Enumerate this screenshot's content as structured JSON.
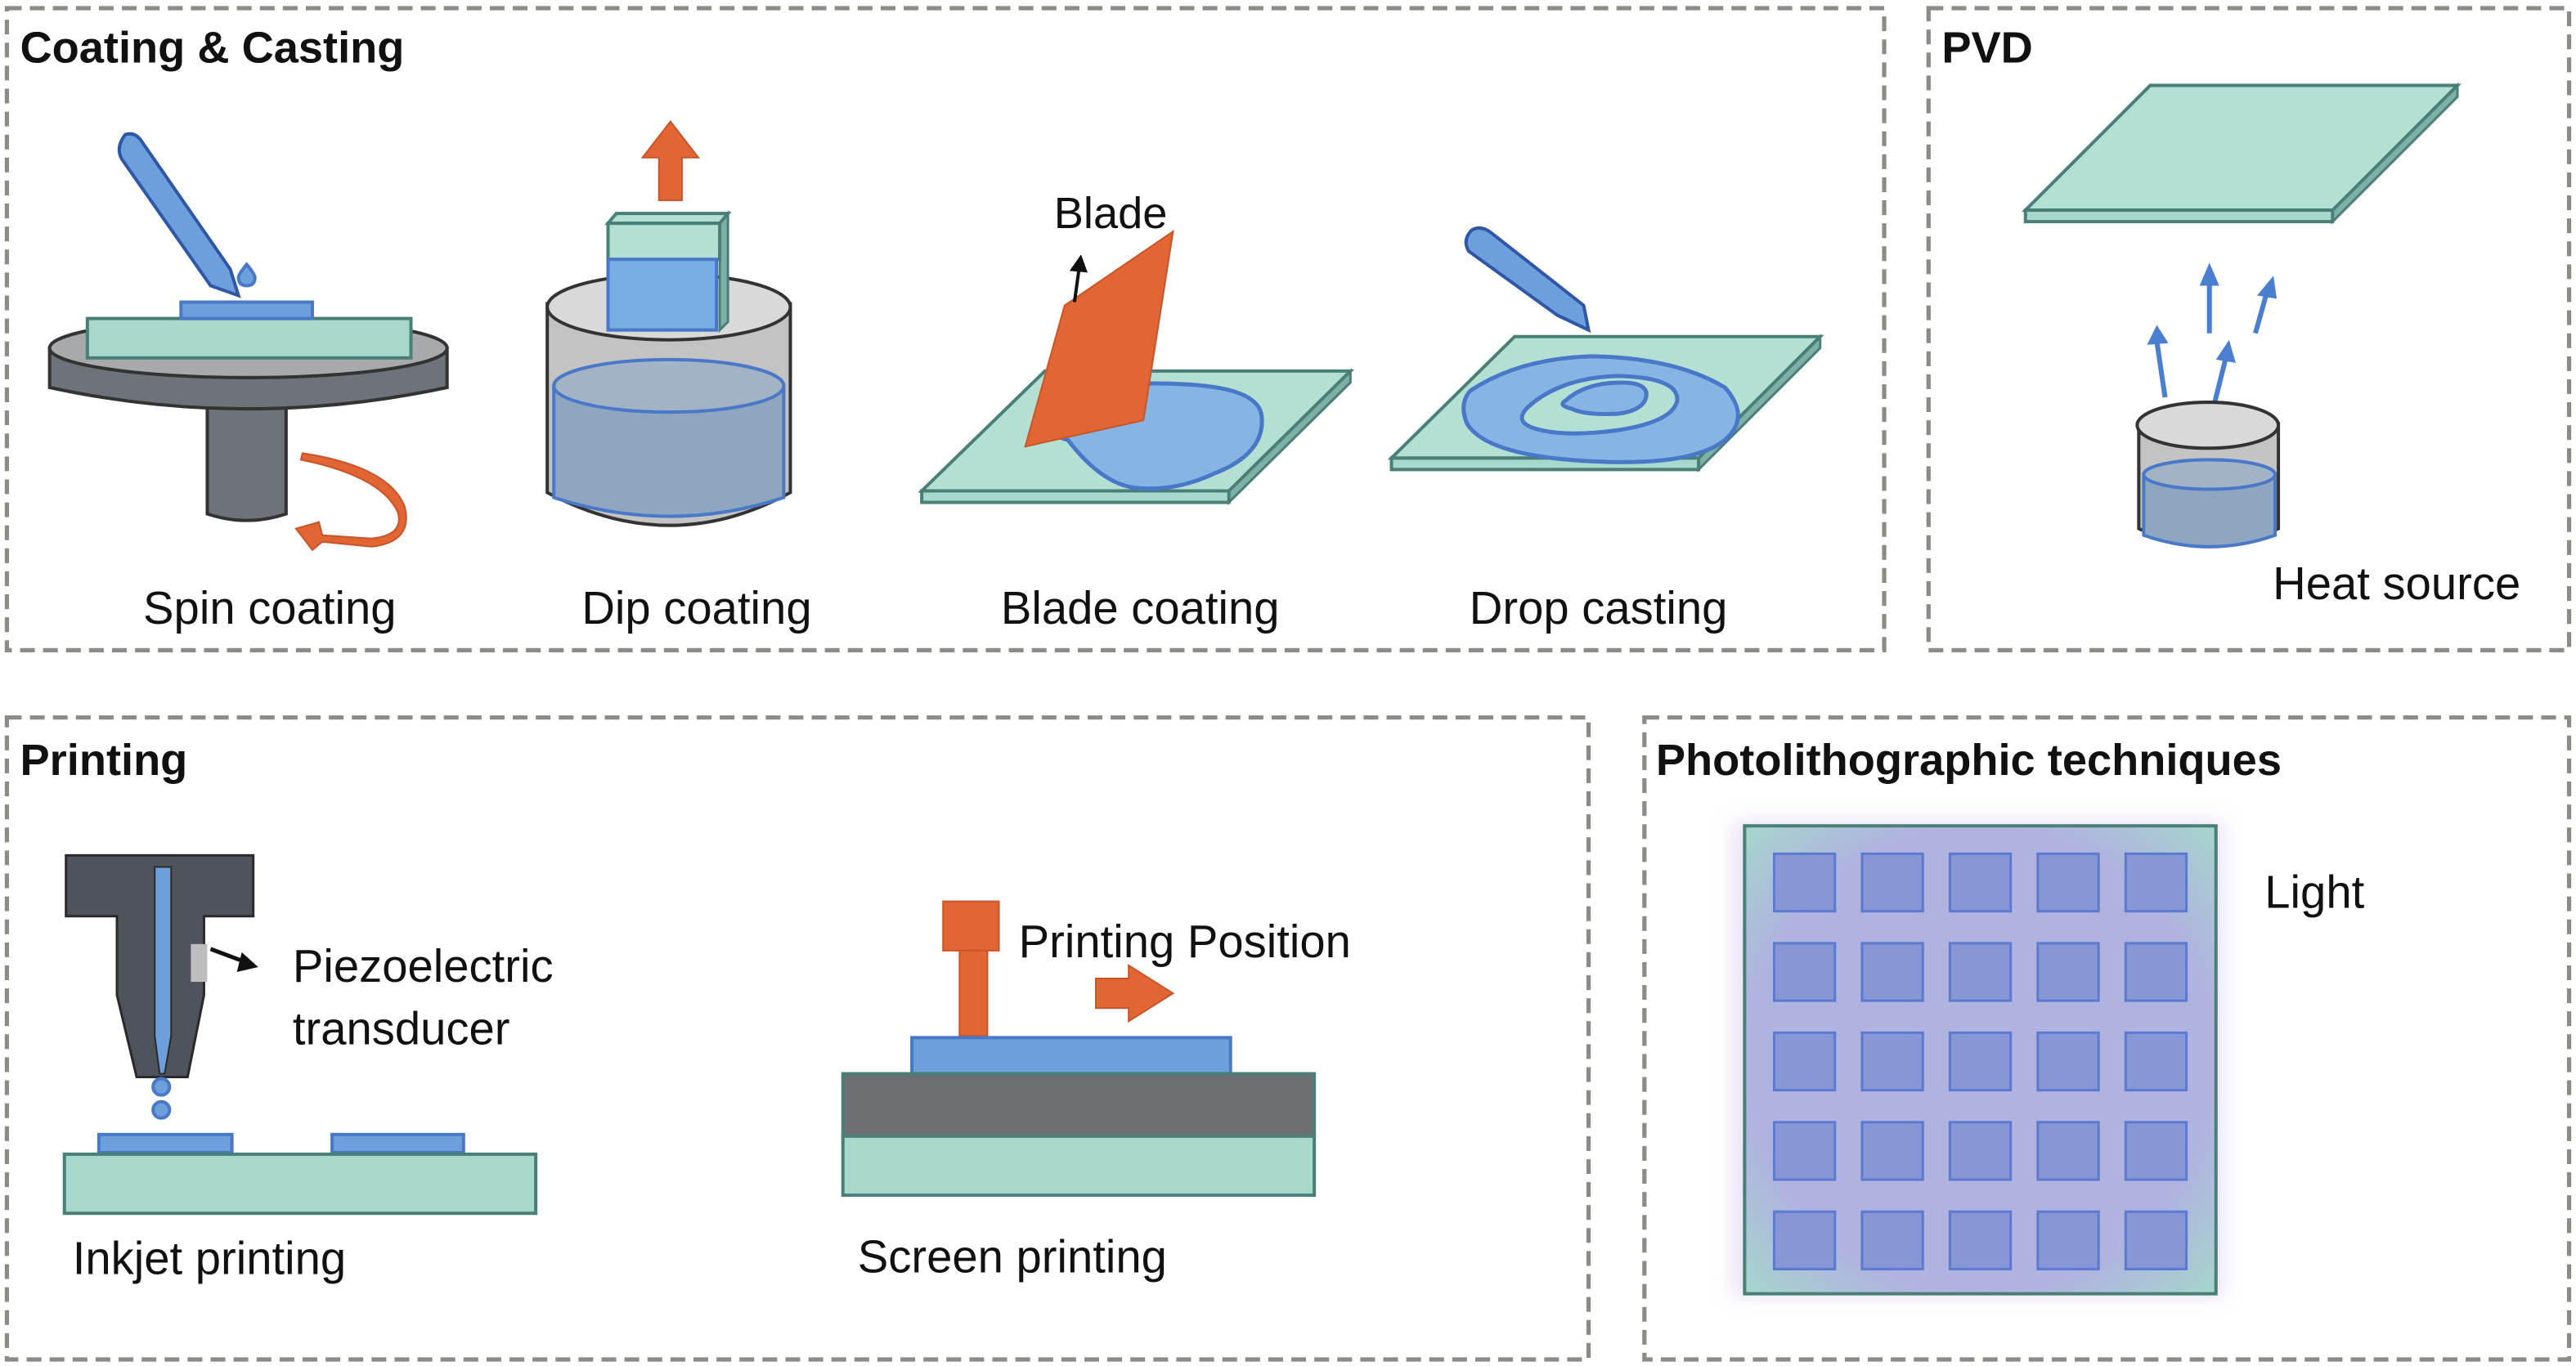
{
  "figure": {
    "panels": {
      "coating_casting": {
        "title": "Coating & Casting",
        "methods": [
          {
            "label": "Spin coating"
          },
          {
            "label": "Dip coating"
          },
          {
            "label": "Blade coating",
            "annotation": "Blade"
          },
          {
            "label": "Drop casting"
          }
        ]
      },
      "pvd": {
        "title": "PVD",
        "annotation": "Heat source"
      },
      "printing": {
        "title": "Printing",
        "methods": [
          {
            "label": "Inkjet printing",
            "annotation_line1": "Piezoelectric",
            "annotation_line2": "transducer"
          },
          {
            "label": "Screen printing",
            "annotation": "Printing Position"
          }
        ]
      },
      "photolithography": {
        "title": "Photolithographic techniques",
        "annotation": "Light",
        "grid": {
          "rows": 5,
          "cols": 5
        }
      }
    },
    "colors": {
      "substrate": "#a6d9cc",
      "film": "#6d9fdc",
      "arrow_orange": "#e26634",
      "machine_gray": "#6e7279",
      "border_dash": "#8c8c86"
    }
  }
}
